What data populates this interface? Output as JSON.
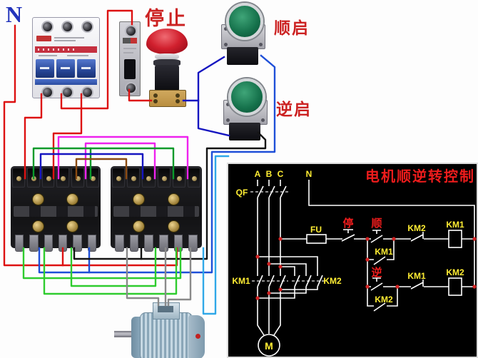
{
  "photo_labels": {
    "neutral": "N",
    "stop": "停止",
    "forward_start": "顺启",
    "reverse_start": "逆启"
  },
  "schematic": {
    "title": "电机顺逆转控制",
    "phases": [
      "A",
      "B",
      "C"
    ],
    "neutral": "N",
    "breaker": "QF",
    "fuse": "FU",
    "stop": "停",
    "forward": "顺",
    "reverse": "逆",
    "km1": "KM1",
    "km2": "KM2",
    "motor": "M"
  },
  "colors": {
    "schematic_background": "#000000",
    "schematic_line": "#ffffff",
    "schematic_label_yellow": "#ffee33",
    "schematic_red": "#ee1c1c",
    "photo_label_red": "#cc2222",
    "neutral_label_blue": "#2233bb",
    "wire_red": "#dd1111",
    "wire_magenta": "#ee22ee",
    "wire_green": "#0a9a2a",
    "wire_bright_green": "#2ecc2e",
    "wire_navy": "#1515c0",
    "wire_blue": "#1e4fd8",
    "wire_brown": "#8a4a10",
    "wire_black": "#131313",
    "wire_cyan": "#2fa8e8",
    "wire_gray": "#8a8a8a"
  }
}
